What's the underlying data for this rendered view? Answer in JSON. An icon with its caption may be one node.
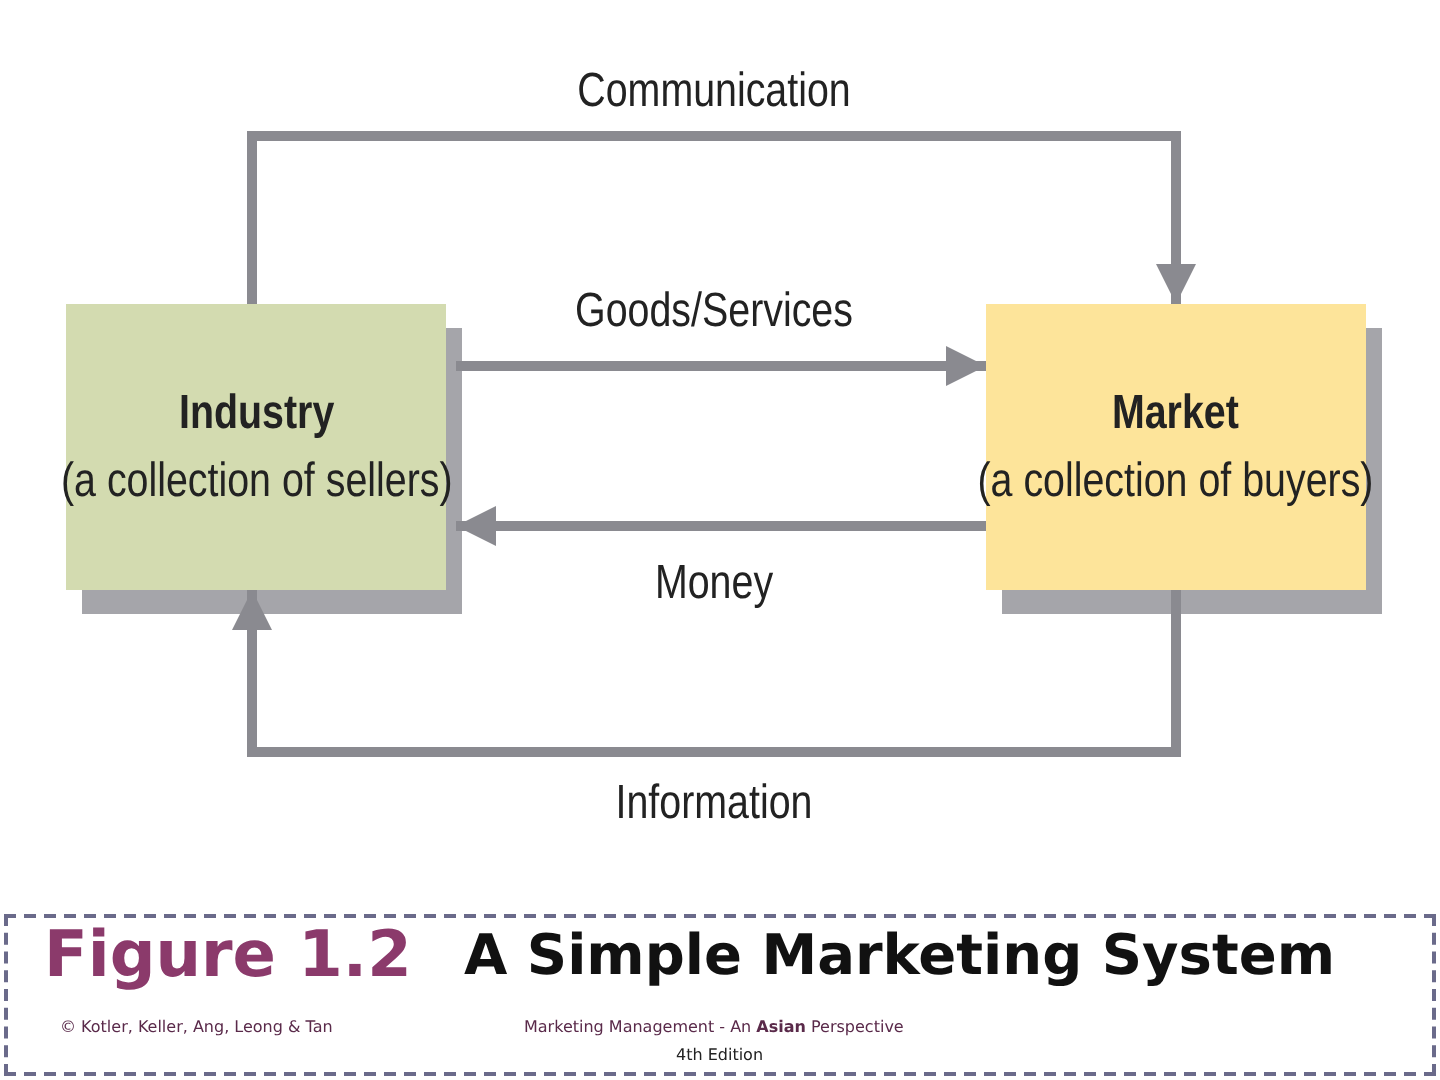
{
  "diagram": {
    "title": "A Simple Marketing System",
    "nodes": [
      {
        "text": [
          "Industry",
          "(a collection of sellers)"
        ]
      },
      {
        "text": [
          "Market",
          "(a collection of buyers)"
        ]
      }
    ],
    "edges": [
      {
        "from": 0,
        "to": 1,
        "arrow": "to",
        "label": "Communication"
      },
      {
        "from": 0,
        "to": 1,
        "arrow": "to",
        "label": "Goods/Services"
      },
      {
        "from": 1,
        "to": 0,
        "arrow": "to",
        "label": "Money"
      },
      {
        "from": 1,
        "to": 0,
        "arrow": "to",
        "label": "Information"
      }
    ],
    "labels": [
      "Figure 1.2",
      "© Kotler, Keller, Ang, Leong & Tan",
      "Marketing Management - An **Asian** Perspective",
      "4th Edition"
    ]
  }
}
